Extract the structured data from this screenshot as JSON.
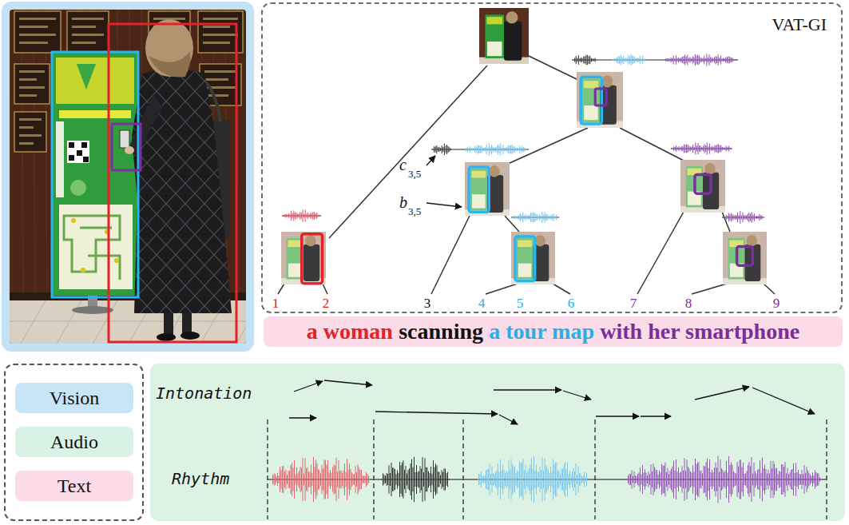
{
  "diagram": {
    "nodes": [
      {
        "text": [
          "VAT-GI"
        ]
      },
      {
        "text": [
          "a woman",
          "scanning",
          "a tour map",
          "with her smartphone"
        ]
      },
      {
        "text": [
          "Intonation",
          "Rhythm"
        ]
      }
    ],
    "labels": [
      "c",
      "3,5",
      "b",
      "3,5",
      "1",
      "2",
      "3",
      "4",
      "5",
      "6",
      "7",
      "8",
      "9"
    ],
    "legend": [
      {
        "text": "Vision",
        "color": "#c7e5f7"
      },
      {
        "text": "Audio",
        "color": "#d8f3e5"
      },
      {
        "text": "Text",
        "color": "#fadbe7"
      }
    ]
  }
}
